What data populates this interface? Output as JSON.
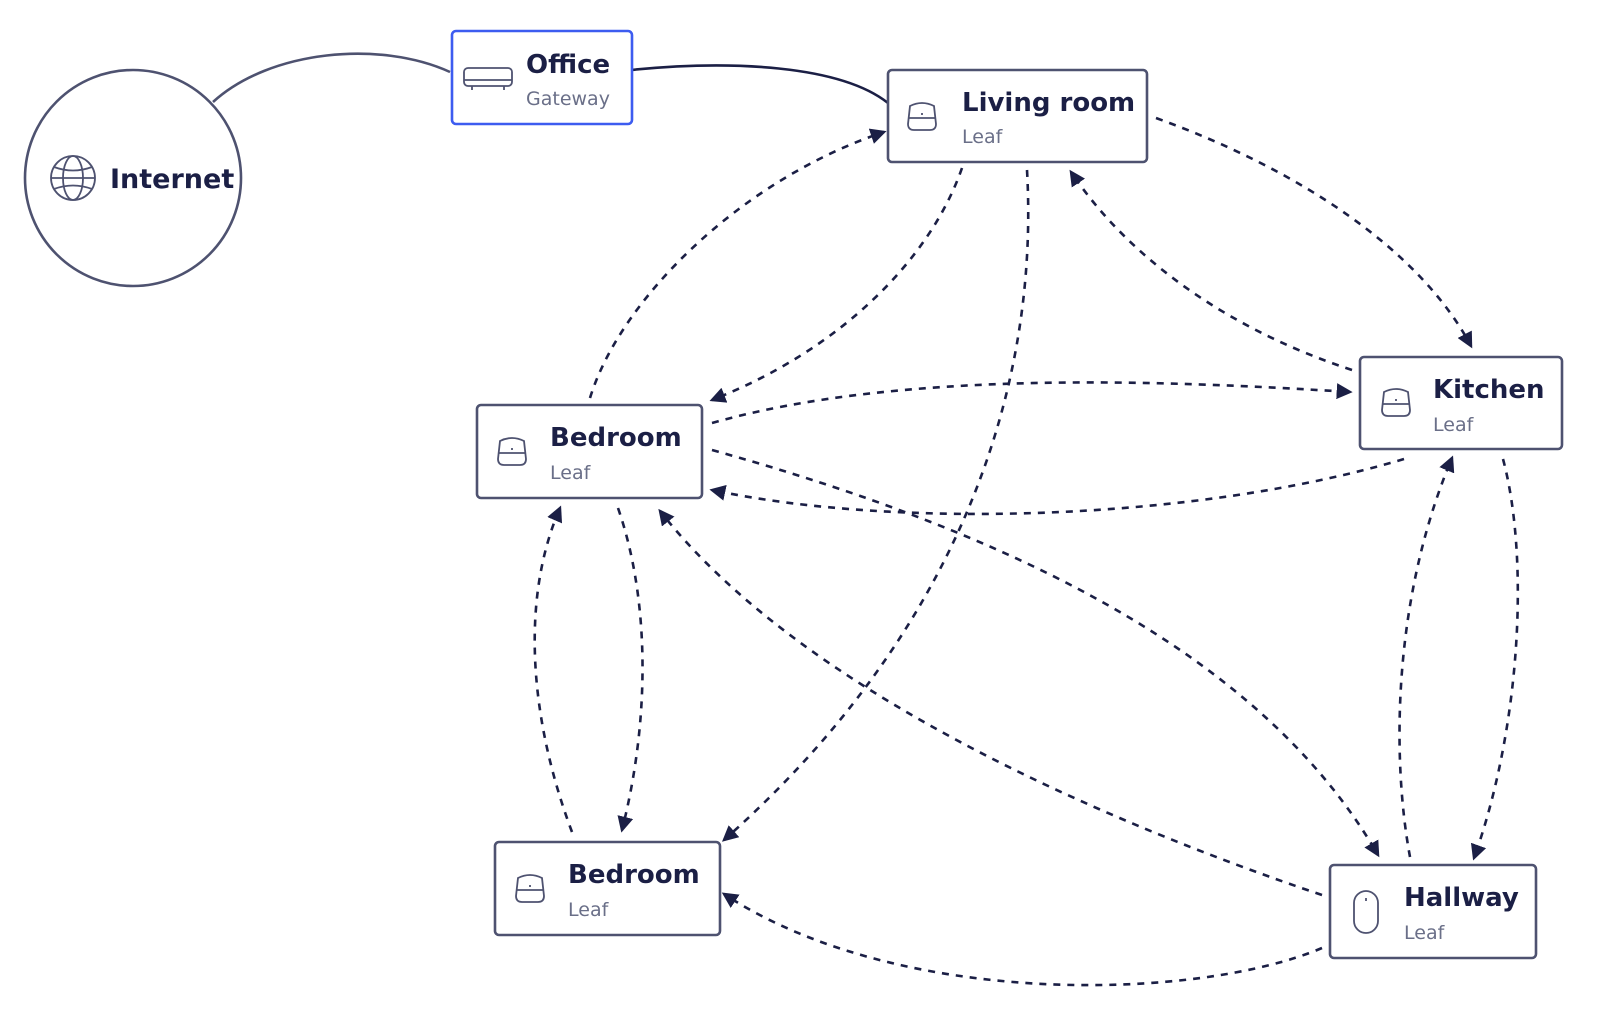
{
  "colors": {
    "node_border": "#4e5270",
    "gateway_border": "#3d5cf0",
    "edge": "#1b1f45",
    "title_text": "#1b1f45",
    "subtitle_text": "#6a6f88"
  },
  "internet": {
    "label": "Internet",
    "icon": "globe-icon"
  },
  "nodes": {
    "office": {
      "title": "Office",
      "subtitle": "Gateway",
      "icon": "router-icon"
    },
    "living_room": {
      "title": "Living room",
      "subtitle": "Leaf",
      "icon": "mesh-node-icon"
    },
    "bedroom_1": {
      "title": "Bedroom",
      "subtitle": "Leaf",
      "icon": "mesh-node-icon"
    },
    "kitchen": {
      "title": "Kitchen",
      "subtitle": "Leaf",
      "icon": "mesh-node-icon"
    },
    "bedroom_2": {
      "title": "Bedroom",
      "subtitle": "Leaf",
      "icon": "mesh-node-icon"
    },
    "hallway": {
      "title": "Hallway",
      "subtitle": "Leaf",
      "icon": "satellite-node-icon"
    }
  },
  "links": [
    {
      "from": "internet",
      "to": "office",
      "type": "wired"
    },
    {
      "from": "office",
      "to": "living_room",
      "type": "wired"
    },
    {
      "from": "living_room",
      "to": "bedroom_1",
      "type": "wireless"
    },
    {
      "from": "bedroom_1",
      "to": "living_room",
      "type": "wireless"
    },
    {
      "from": "living_room",
      "to": "kitchen",
      "type": "wireless"
    },
    {
      "from": "kitchen",
      "to": "living_room",
      "type": "wireless"
    },
    {
      "from": "living_room",
      "to": "bedroom_2",
      "type": "wireless"
    },
    {
      "from": "bedroom_1",
      "to": "kitchen",
      "type": "wireless"
    },
    {
      "from": "kitchen",
      "to": "bedroom_1",
      "type": "wireless"
    },
    {
      "from": "bedroom_1",
      "to": "hallway",
      "type": "wireless"
    },
    {
      "from": "hallway",
      "to": "bedroom_1",
      "type": "wireless"
    },
    {
      "from": "bedroom_1",
      "to": "bedroom_2",
      "type": "wireless"
    },
    {
      "from": "bedroom_2",
      "to": "bedroom_1",
      "type": "wireless"
    },
    {
      "from": "kitchen",
      "to": "hallway",
      "type": "wireless"
    },
    {
      "from": "hallway",
      "to": "kitchen",
      "type": "wireless"
    },
    {
      "from": "hallway",
      "to": "bedroom_2",
      "type": "wireless"
    }
  ]
}
